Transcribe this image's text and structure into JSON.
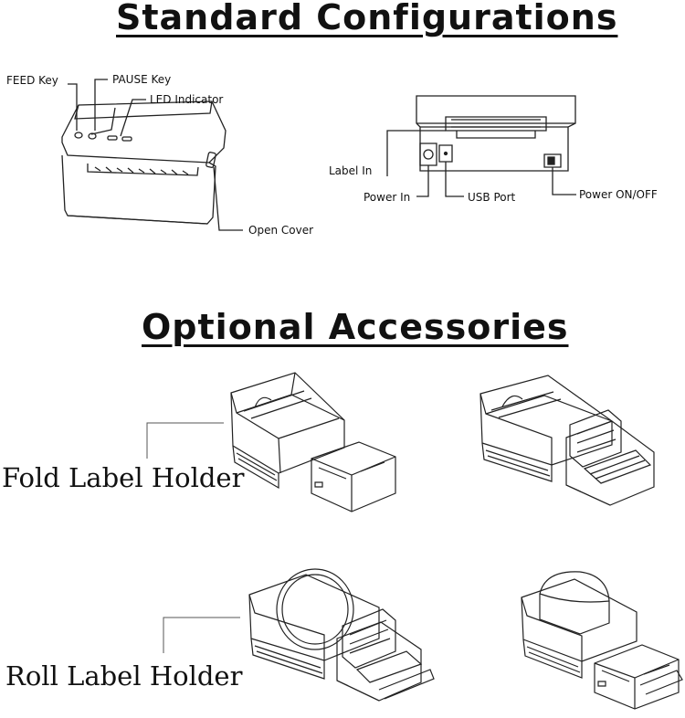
{
  "standard": {
    "title": "Standard Configurations",
    "front_view": {
      "feed_key": "FEED Key",
      "pause_key": "PAUSE Key",
      "led_indicator": "LED Indicator",
      "open_cover": "Open Cover"
    },
    "rear_view": {
      "label_in": "Label In",
      "power_in": "Power In",
      "usb_port": "USB Port",
      "power_switch": "Power ON/OFF"
    }
  },
  "optional": {
    "title": "Optional Accessories",
    "fold_label_holder": "Fold Label Holder",
    "roll_label_holder": "Roll Label Holder"
  }
}
